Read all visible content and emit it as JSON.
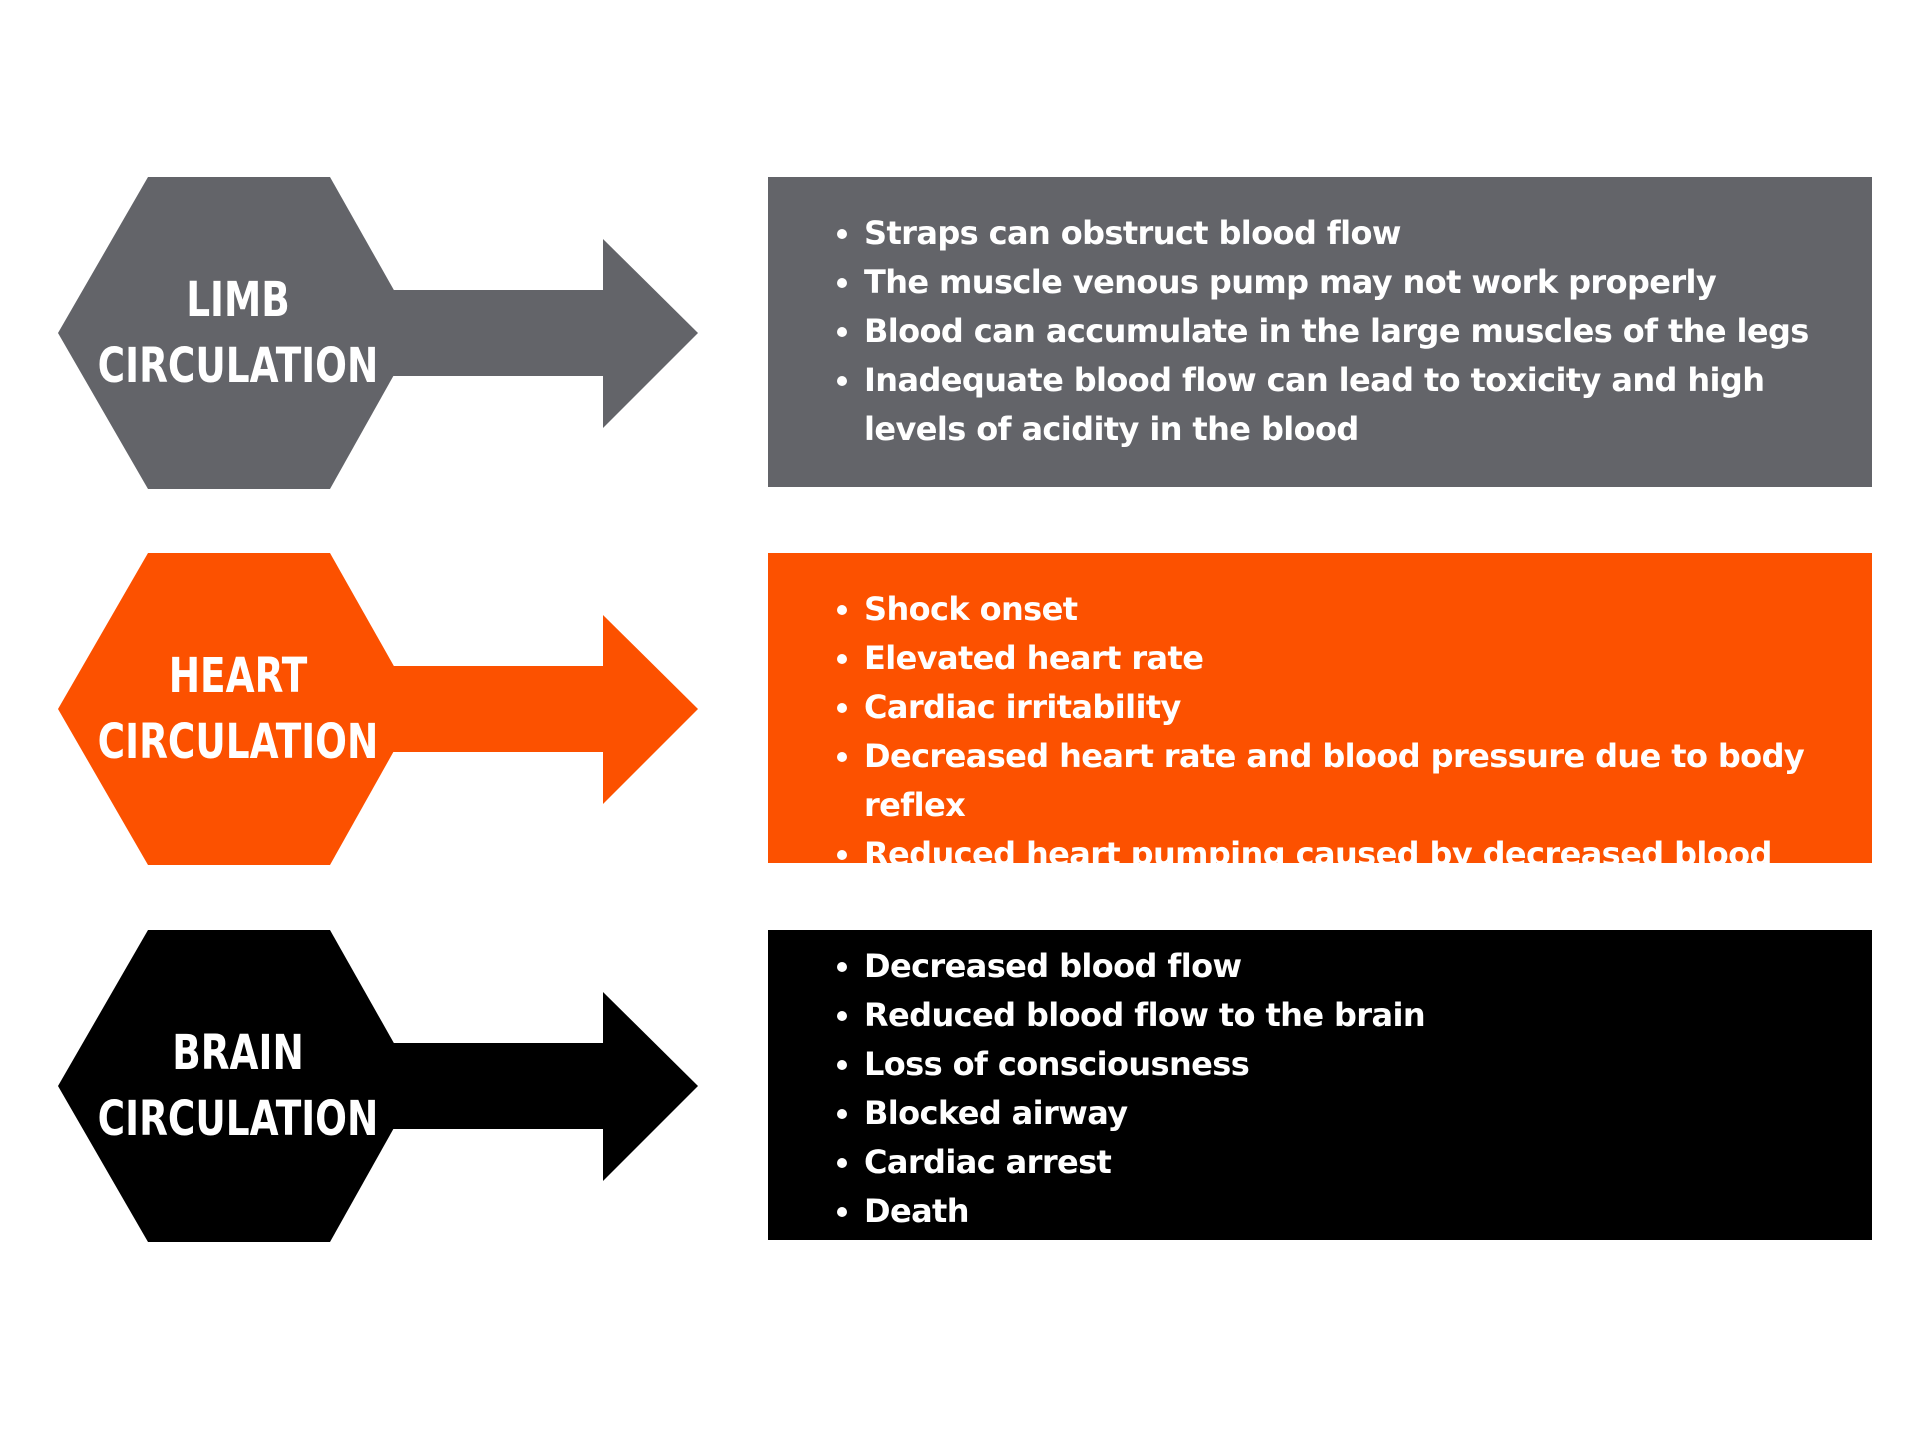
{
  "colors": {
    "limb": "#636469",
    "heart": "#fc5100",
    "brain": "#000000",
    "text": "#ffffff",
    "background": "#ffffff"
  },
  "rows": [
    {
      "id": "limb",
      "title_line1": "LIMB",
      "title_line2": "CIRCULATION",
      "items": [
        "Straps can obstruct blood flow",
        "The muscle venous pump may not work properly",
        "Blood can accumulate in the large muscles of the legs",
        "Inadequate blood flow can lead to toxicity and high levels of acidity in the blood"
      ]
    },
    {
      "id": "heart",
      "title_line1": "HEART",
      "title_line2": "CIRCULATION",
      "items": [
        "Shock onset",
        "Elevated heart rate",
        "Cardiac irritability",
        "Decreased heart rate and blood pressure due to body reflex",
        "Reduced heart pumping caused by decreased blood return."
      ]
    },
    {
      "id": "brain",
      "title_line1": "BRAIN",
      "title_line2": "CIRCULATION",
      "items": [
        "Decreased blood flow",
        "Reduced blood flow to the brain",
        "Loss of consciousness",
        "Blocked airway",
        "Cardiac arrest",
        "Death"
      ]
    }
  ]
}
